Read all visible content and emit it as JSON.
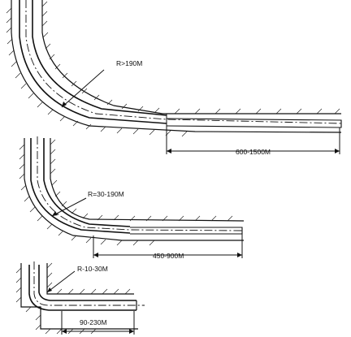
{
  "panels": [
    {
      "radius_label": "R>190M",
      "length_label": "600-1500M"
    },
    {
      "radius_label": "R=30-190M",
      "length_label": "450-900M"
    },
    {
      "radius_label": "R-10-30M",
      "length_label": "90-230M"
    }
  ]
}
